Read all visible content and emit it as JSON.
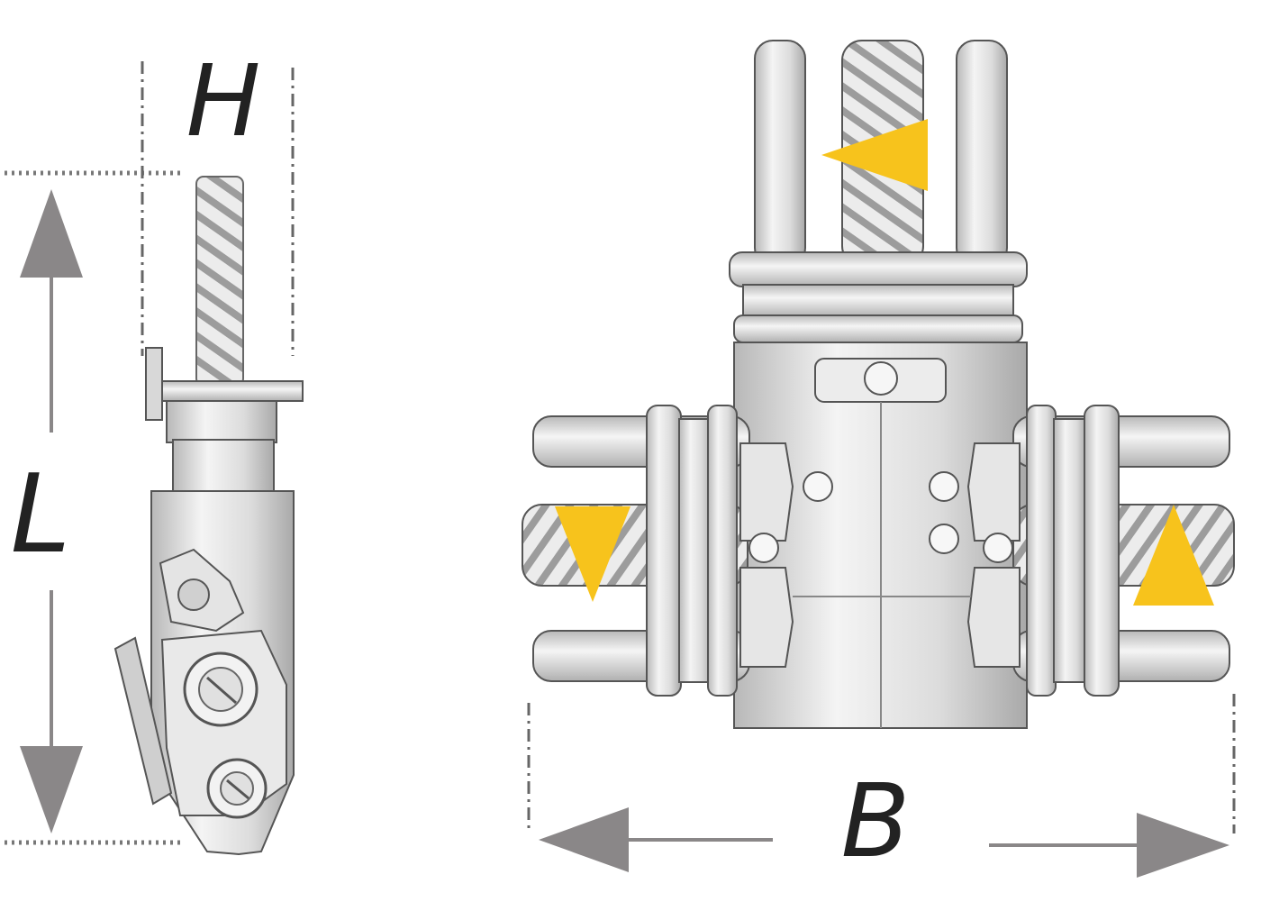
{
  "labels": {
    "height": "H",
    "length": "L",
    "width": "B"
  },
  "colors": {
    "marker": "#f7c31c",
    "dimension_arrow": "#8a8788",
    "metal_light": "#f2f2f2",
    "metal_mid": "#d9d9d9",
    "metal_dark": "#9a9a9a",
    "outline": "#555555"
  },
  "icons": {
    "side_view": "connector-side-view-icon",
    "front_view": "connector-front-view-icon",
    "direction_marker": "triangle-marker-icon"
  }
}
